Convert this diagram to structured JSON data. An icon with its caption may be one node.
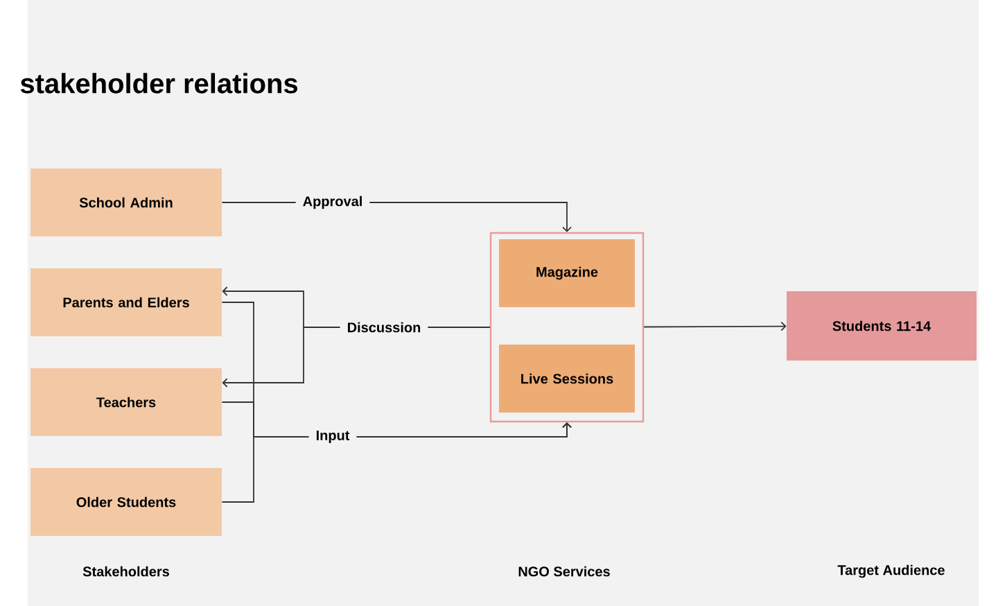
{
  "diagram": {
    "title": "stakeholder relations",
    "nodes": [
      {
        "text": [
          "School Admin"
        ]
      },
      {
        "text": [
          "Parents and Elders"
        ]
      },
      {
        "text": [
          "Teachers"
        ]
      },
      {
        "text": [
          "Older Students"
        ]
      },
      {
        "text": [],
        "shape": "box"
      },
      {
        "text": [
          "Magazine"
        ],
        "in": 4
      },
      {
        "text": [
          "Live Sessions"
        ],
        "in": 4
      },
      {
        "text": [
          "Students 11-14"
        ]
      }
    ],
    "edges": [
      {
        "from": 0,
        "to": 4,
        "arrow": "to",
        "label": "Approval"
      },
      {
        "from": 4,
        "to": 1,
        "arrow": "to",
        "label": "Discussion"
      },
      {
        "from": 4,
        "to": 2,
        "arrow": "to"
      },
      {
        "from": 1,
        "to": 4,
        "arrow": "to",
        "label": "Input"
      },
      {
        "from": 2,
        "to": 4,
        "arrow": "to"
      },
      {
        "from": 3,
        "to": 4,
        "arrow": "to"
      },
      {
        "from": 4,
        "to": 7,
        "arrow": "to"
      }
    ],
    "labels": [
      "Stakeholders",
      "NGO Services",
      "Target Audience"
    ]
  }
}
